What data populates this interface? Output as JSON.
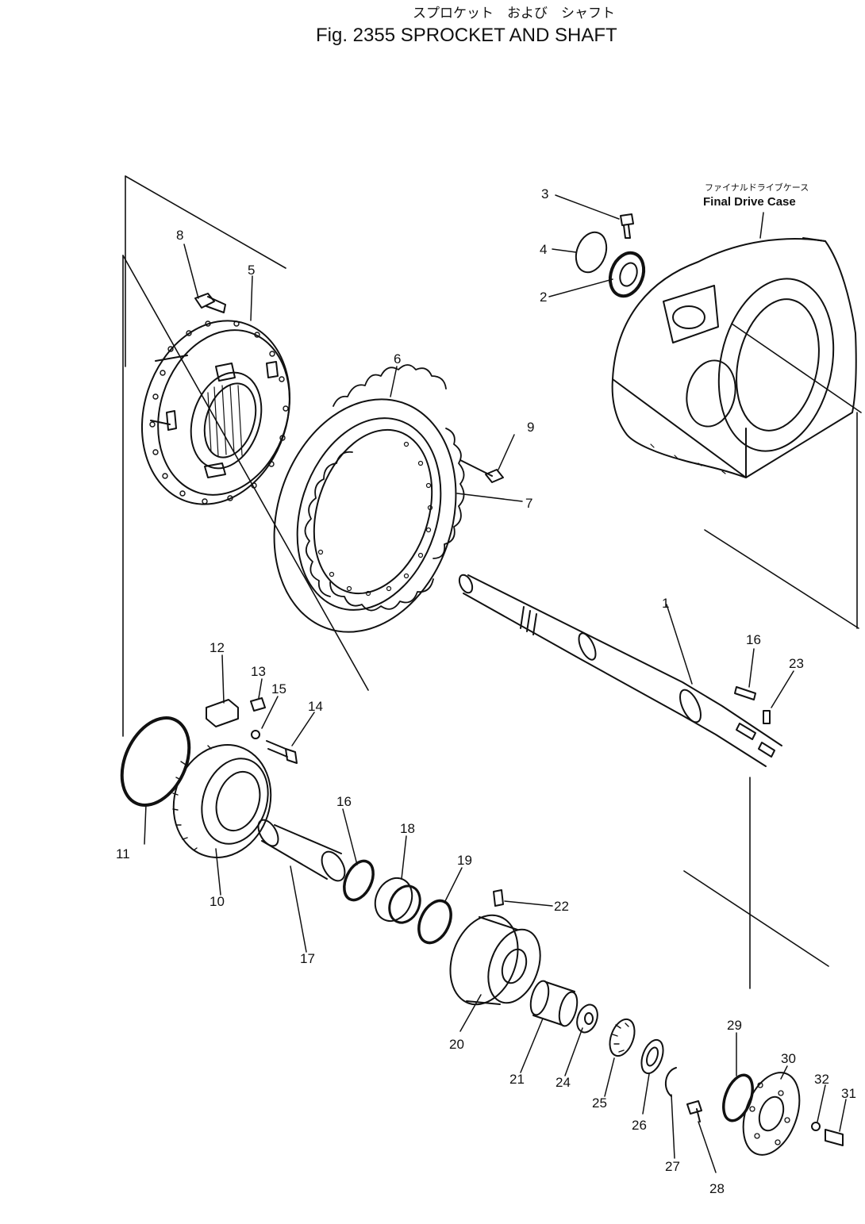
{
  "title": {
    "japanese": "スプロケット　および　シャフト",
    "english": "Fig. 2355  SPROCKET  AND  SHAFT"
  },
  "callouts": {
    "final_drive_case_jp": "ファイナルドライブケース",
    "final_drive_case_en": "Final Drive Case"
  },
  "part_numbers": {
    "p1": "1",
    "p2": "2",
    "p3": "3",
    "p4": "4",
    "p5": "5",
    "p6": "6",
    "p7": "7",
    "p8": "8",
    "p9": "9",
    "p10": "10",
    "p11": "11",
    "p12": "12",
    "p13": "13",
    "p14": "14",
    "p15": "15",
    "p16a": "16",
    "p16b": "16",
    "p17": "17",
    "p18": "18",
    "p19": "19",
    "p20": "20",
    "p21": "21",
    "p22": "22",
    "p23": "23",
    "p24": "24",
    "p25": "25",
    "p26": "26",
    "p27": "27",
    "p28": "28",
    "p29": "29",
    "p30": "30",
    "p31": "31",
    "p32": "32"
  },
  "colors": {
    "ink": "#111111",
    "paper": "#ffffff"
  }
}
